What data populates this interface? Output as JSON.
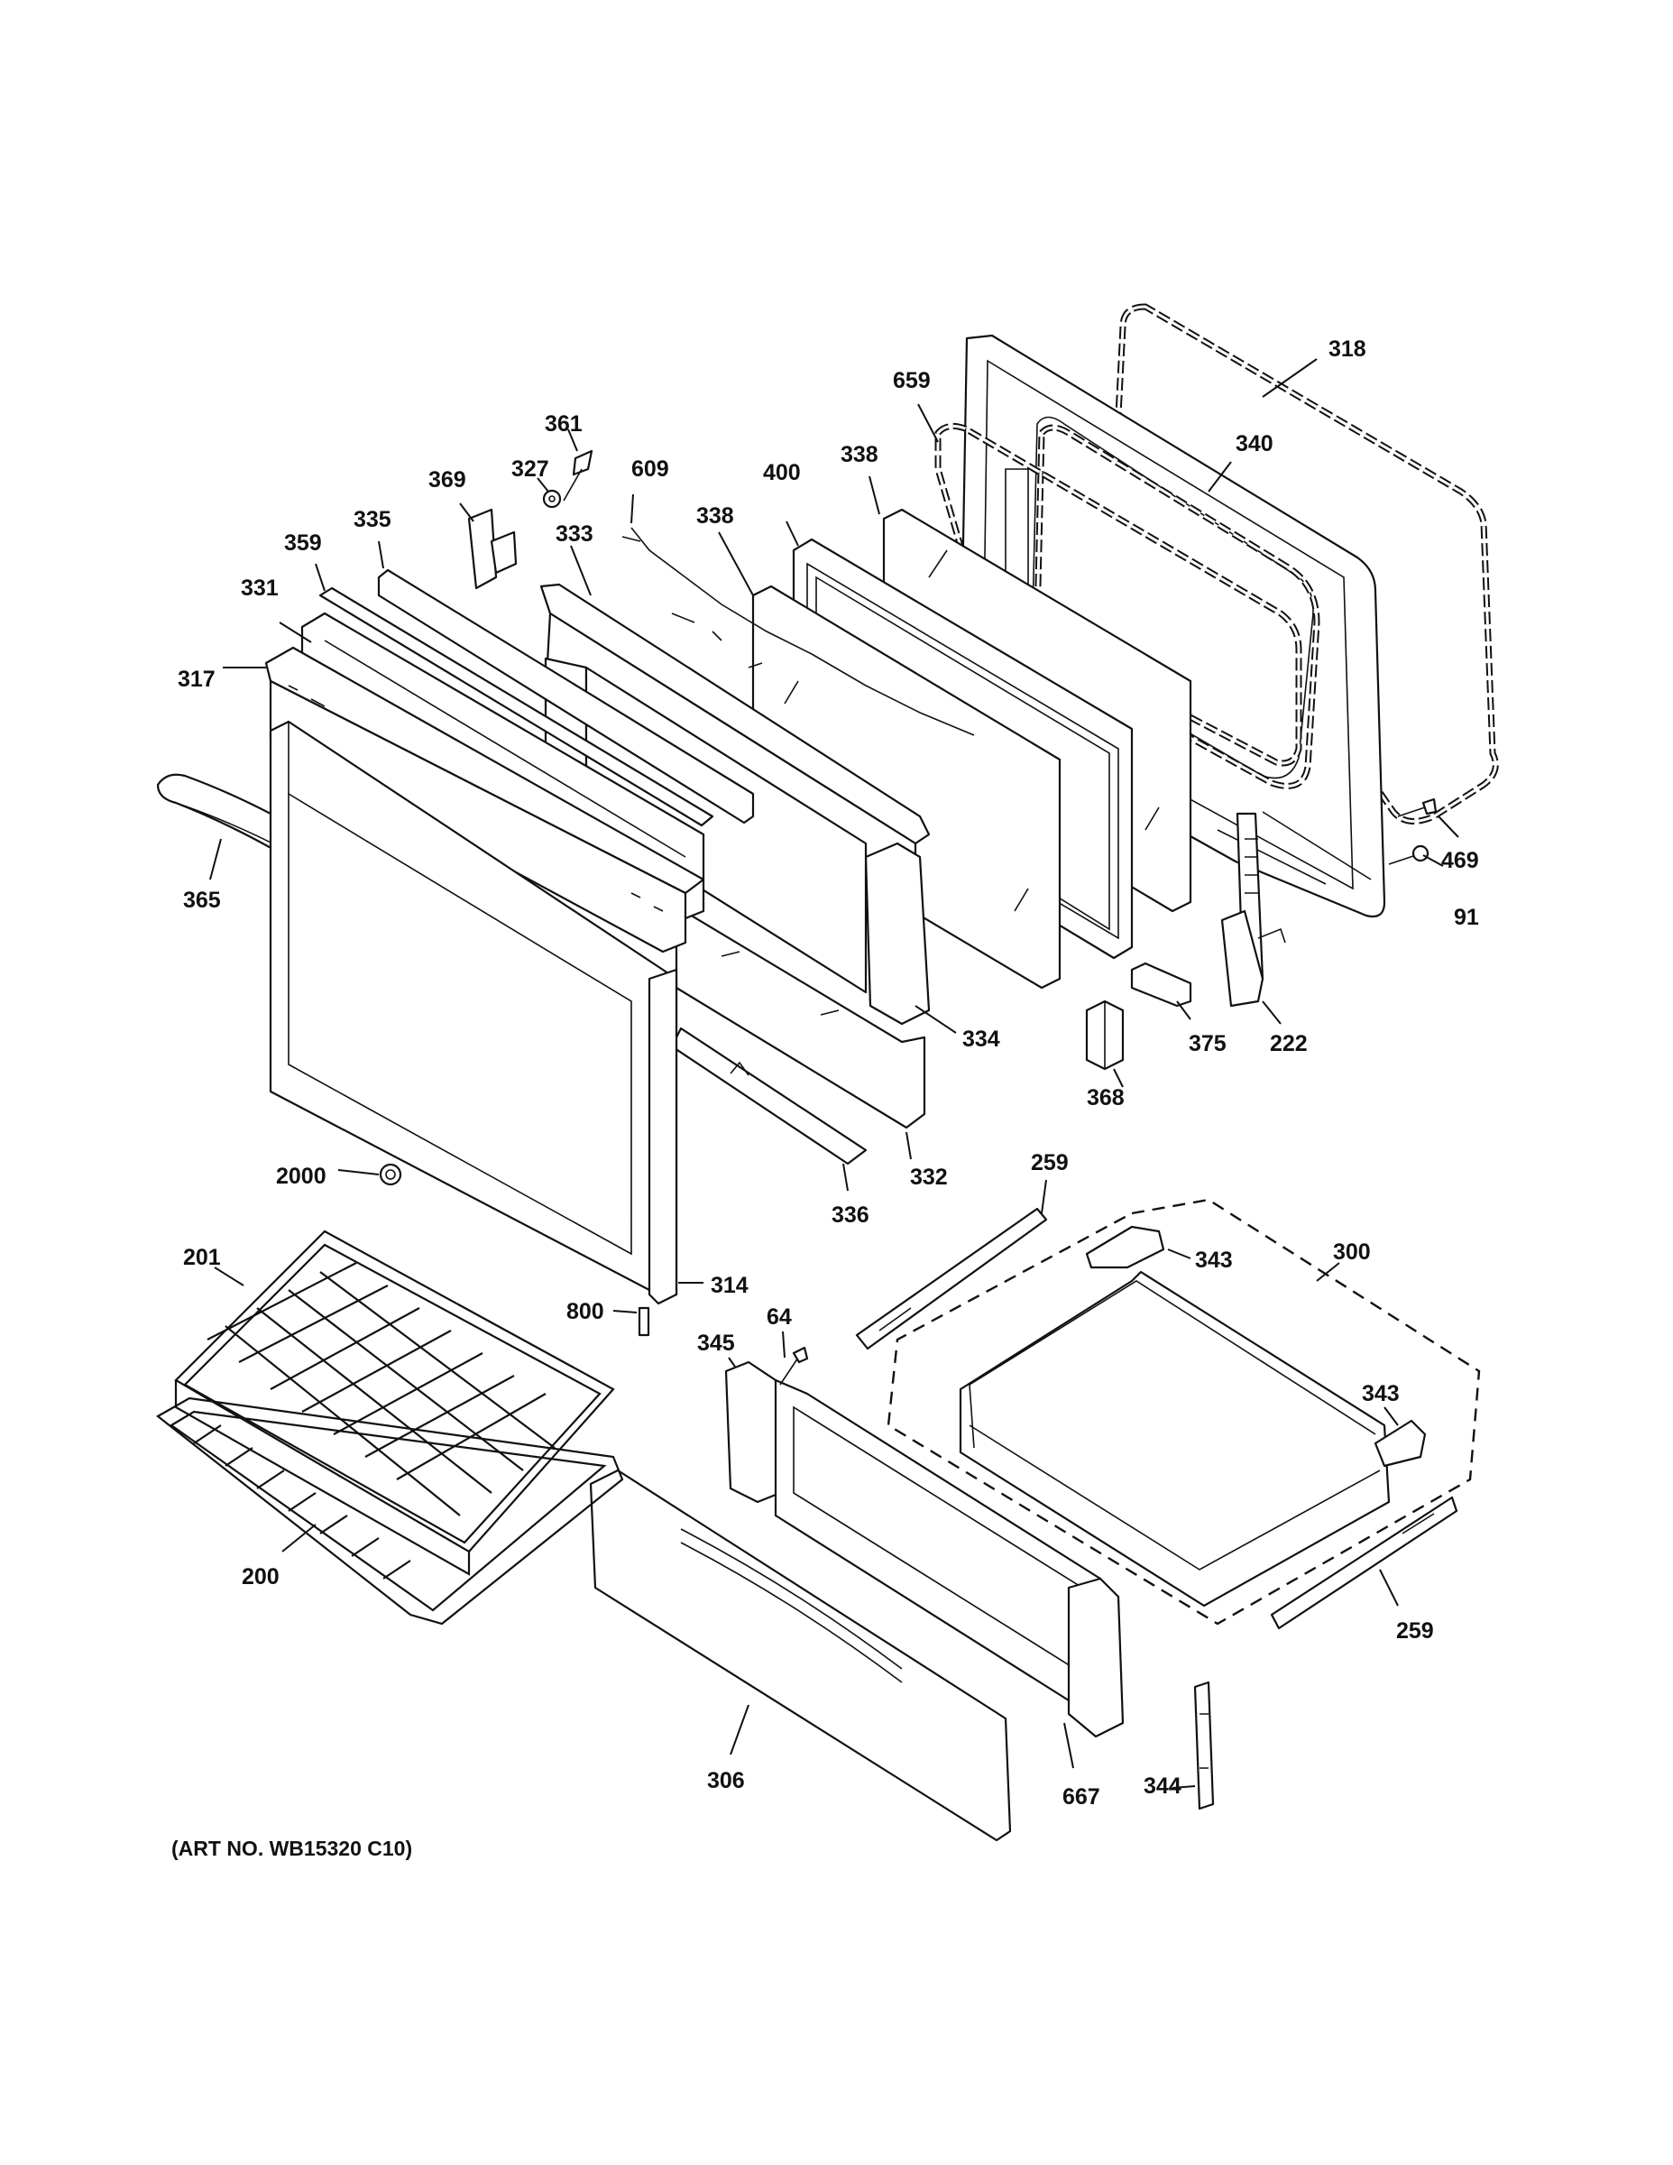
{
  "diagram": {
    "labels": {
      "p318": "318",
      "p340": "340",
      "p659": "659",
      "p361": "361",
      "p327": "327",
      "p369": "369",
      "p609": "609",
      "p400": "400",
      "p338a": "338",
      "p338b": "338",
      "p333": "333",
      "p335": "335",
      "p359": "359",
      "p331": "331",
      "p317": "317",
      "p365": "365",
      "p469": "469",
      "p91": "91",
      "p222": "222",
      "p375": "375",
      "p368": "368",
      "p334": "334",
      "p332": "332",
      "p336": "336",
      "p2000": "2000",
      "p314": "314",
      "p201": "201",
      "p800": "800",
      "p64": "64",
      "p345": "345",
      "p259a": "259",
      "p343a": "343",
      "p300": "300",
      "p343b": "343",
      "p259b": "259",
      "p200": "200",
      "p306": "306",
      "p667": "667",
      "p344": "344"
    },
    "caption": "(ART NO. WB15320 C10)"
  }
}
